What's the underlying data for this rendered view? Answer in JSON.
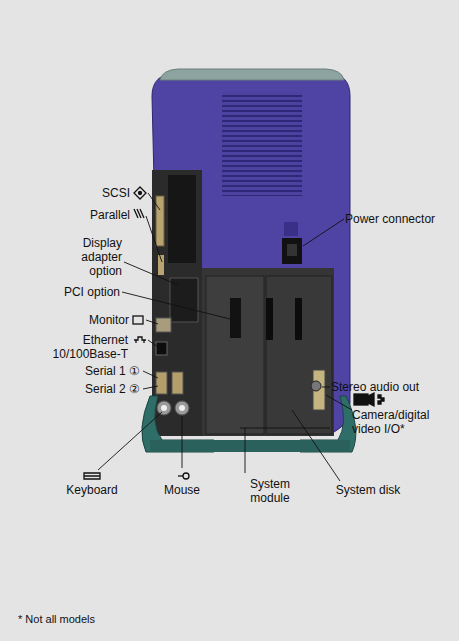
{
  "diagram": {
    "labels": [
      "SCSI",
      "Parallel",
      "Display adapter option",
      "PCI option",
      "Monitor",
      "Ethernet 10/100Base-T",
      "Serial 1 ①",
      "Serial 2 ②",
      "Keyboard",
      "Mouse",
      "System module",
      "System disk",
      "Power connector",
      "Camera/digital video I/O*",
      "Stereo audio out",
      "* Not all models"
    ]
  }
}
